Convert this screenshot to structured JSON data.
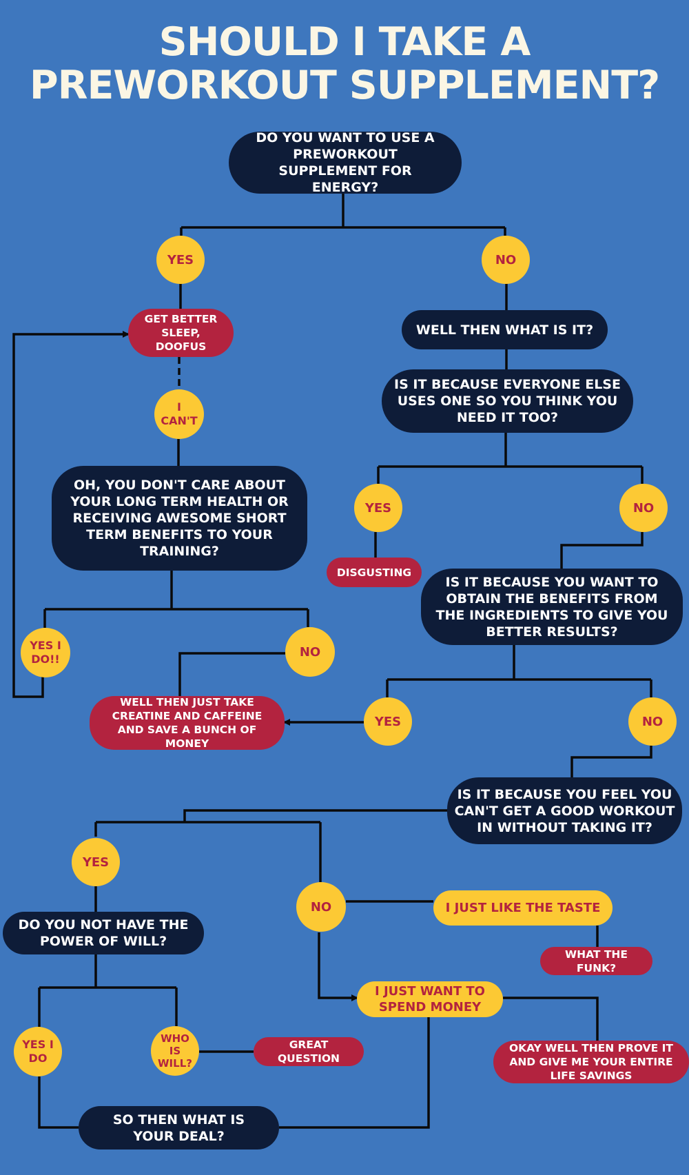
{
  "title": {
    "line1": "SHOULD I TAKE A",
    "line2": "PREWORKOUT SUPPLEMENT?"
  },
  "colors": {
    "background": "#3e77be",
    "question": "#0e1c38",
    "answer": "#b3233f",
    "choice": "#fcc934",
    "line": "#0a0a0a"
  },
  "nodes": {
    "q1": "DO YOU WANT TO USE A PREWORKOUT SUPPLEMENT FOR ENERGY?",
    "yes1": "YES",
    "no1": "NO",
    "sleep": "GET BETTER SLEEP, DOOFUS",
    "cant": "I CAN'T",
    "q_health": "OH, YOU DON'T CARE ABOUT YOUR LONG TERM HEALTH OR RECEIVING AWESOME SHORT TERM BENEFITS TO YOUR TRAINING?",
    "yes_do": "YES I DO!!",
    "no_health": "NO",
    "creatine": "WELL THEN JUST TAKE CREATINE AND CAFFEINE AND SAVE A BUNCH OF MONEY",
    "q_what": "WELL THEN WHAT IS IT?",
    "q_everyone": "IS IT BECAUSE EVERYONE ELSE USES ONE SO YOU THINK YOU NEED IT TOO?",
    "yes_everyone": "YES",
    "disgusting": "DISGUSTING",
    "no_everyone": "NO",
    "q_benefits": "IS IT BECAUSE YOU WANT TO OBTAIN THE BENEFITS FROM THE INGREDIENTS TO GIVE YOU BETTER RESULTS?",
    "yes_benefits": "YES",
    "no_benefits": "NO",
    "q_workout": "IS IT BECAUSE YOU FEEL YOU CAN'T GET A GOOD WORKOUT IN WITHOUT TAKING IT?",
    "yes_workout": "YES",
    "no_workout": "NO",
    "q_will": "DO YOU NOT HAVE THE POWER OF WILL?",
    "yes_i_do": "YES I DO",
    "who_is_will": "WHO IS WILL?",
    "great_question": "GREAT QUESTION",
    "q_deal": "SO THEN WHAT IS YOUR DEAL?",
    "taste": "I JUST LIKE THE TASTE",
    "funk": "WHAT THE FUNK?",
    "spend": "I JUST WANT TO SPEND MONEY",
    "savings": "OKAY WELL THEN PROVE IT AND GIVE ME YOUR ENTIRE LIFE SAVINGS"
  }
}
